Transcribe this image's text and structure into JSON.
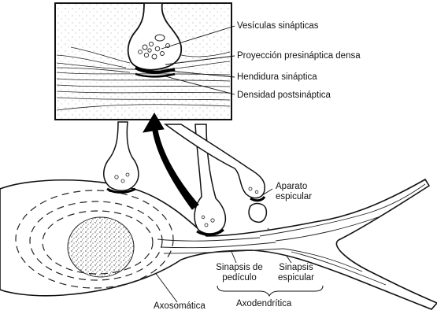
{
  "labels": {
    "vesiculas": "Vesículas sinápticas",
    "proyeccion": "Proyección presináptica densa",
    "hendidura": "Hendidura sináptica",
    "densidad": "Densidad postsináptica",
    "aparato_line1": "Aparato",
    "aparato_line2": "espicular",
    "pediculo_line1": "Sinapsis de",
    "pediculo_line2": "pedículo",
    "espicular_line1": "Sinapsis",
    "espicular_line2": "espicular",
    "axosomatica": "Axosomática",
    "axodendritica": "Axodendrítica"
  },
  "colors": {
    "ink": "#111111",
    "paper": "#ffffff",
    "stipple": "#555555"
  }
}
